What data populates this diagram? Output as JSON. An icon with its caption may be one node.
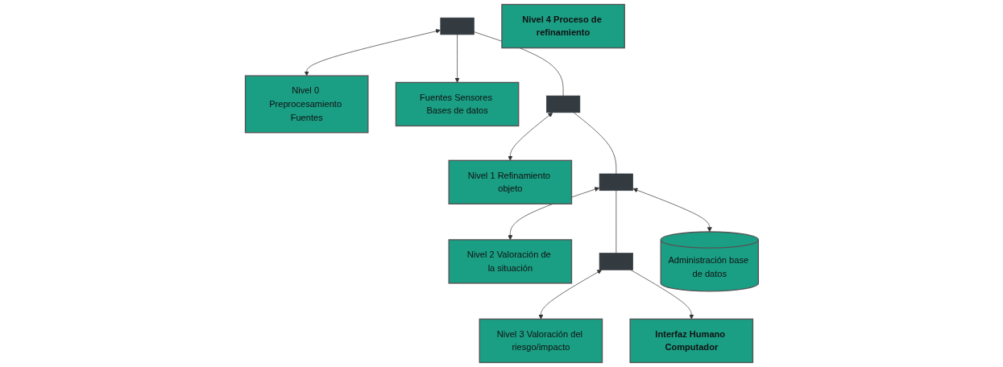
{
  "diagram": {
    "nodes": [
      {
        "text": [
          "Nivel 0 Preprocesamiento Fuentes"
        ]
      },
      {
        "text": [
          "Nivel 1 Refinamiento objeto"
        ]
      },
      {
        "text": [
          "Nivel 2 Valoración de la situación"
        ]
      },
      {
        "text": [
          "Nivel 3 Valoración del riesgo/impacto"
        ]
      },
      {
        "text": [
          "Fuentes Sensores Bases de datos"
        ]
      },
      {
        "text": [],
        "shape": "bar"
      },
      {
        "text": [],
        "shape": "bar"
      },
      {
        "text": [],
        "shape": "bar"
      },
      {
        "text": [],
        "shape": "bar"
      },
      {
        "text": [
          "Interfaz Humano Computador"
        ]
      },
      {
        "text": [
          "Nivel 4 Proceso de refinamiento"
        ]
      },
      {
        "text": [
          "Administración base de datos"
        ]
      }
    ],
    "edges": [
      {
        "from": 5,
        "to": 0,
        "arrow": "both"
      },
      {
        "from": 6,
        "to": 1,
        "arrow": "both"
      },
      {
        "from": 7,
        "to": 2,
        "arrow": "both"
      },
      {
        "from": 8,
        "to": 3,
        "arrow": "both"
      },
      {
        "from": 5,
        "to": 4,
        "arrow": "to"
      },
      {
        "from": 5,
        "to": 6,
        "arrow": "none"
      },
      {
        "from": 6,
        "to": 7,
        "arrow": "none"
      },
      {
        "from": 7,
        "to": 8,
        "arrow": "none"
      },
      {
        "from": 8,
        "to": 9,
        "arrow": "to"
      },
      {
        "from": 7,
        "to": 11,
        "arrow": "both"
      }
    ]
  }
}
